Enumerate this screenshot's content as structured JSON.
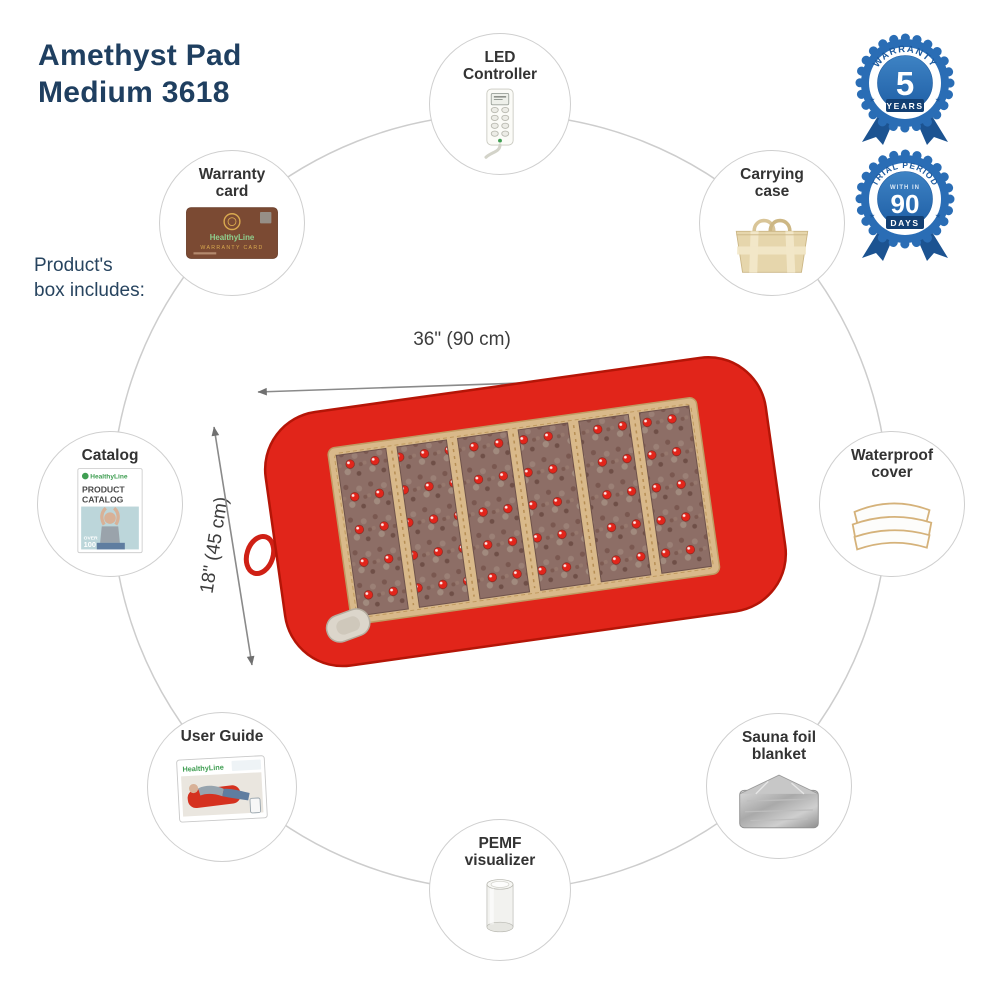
{
  "title": "Amethyst Pad\nMedium 3618",
  "box_note": "Product's\nbox includes:",
  "badges": {
    "warranty": {
      "arc": "WARRANTY",
      "star": "★",
      "value": "5",
      "unit": "YEARS"
    },
    "trial": {
      "arc": "TRIAL PERIOD",
      "star": "★",
      "sub": "WITH IN",
      "value": "90",
      "unit": "DAYS"
    }
  },
  "pad": {
    "width_label": "36\" (90 cm)",
    "height_label": "18\" (45 cm)"
  },
  "items": [
    {
      "id": "led-controller",
      "label": "LED Controller"
    },
    {
      "id": "carrying-case",
      "label": "Carrying case"
    },
    {
      "id": "waterproof-cover",
      "label": "Waterproof cover"
    },
    {
      "id": "sauna-foil-blanket",
      "label": "Sauna foil blanket"
    },
    {
      "id": "pemf-visualizer",
      "label": "PEMF visualizer"
    },
    {
      "id": "user-guide",
      "label": "User Guide"
    },
    {
      "id": "catalog",
      "label": "Catalog"
    },
    {
      "id": "warranty-card",
      "label": "Warranty card"
    }
  ],
  "artwork_text": {
    "brand": "HealthyLine",
    "warranty_card_title": "WARRANTY CARD",
    "catalog_kicker": "PRODUCT",
    "catalog_title": "CATALOG",
    "catalog_over": "OVER",
    "catalog_count": "100"
  },
  "colors": {
    "pad_red": "#e1251a",
    "pad_tan": "#d9b98a",
    "badge_blue": "#2a6db5",
    "navy": "#1f3f60"
  }
}
